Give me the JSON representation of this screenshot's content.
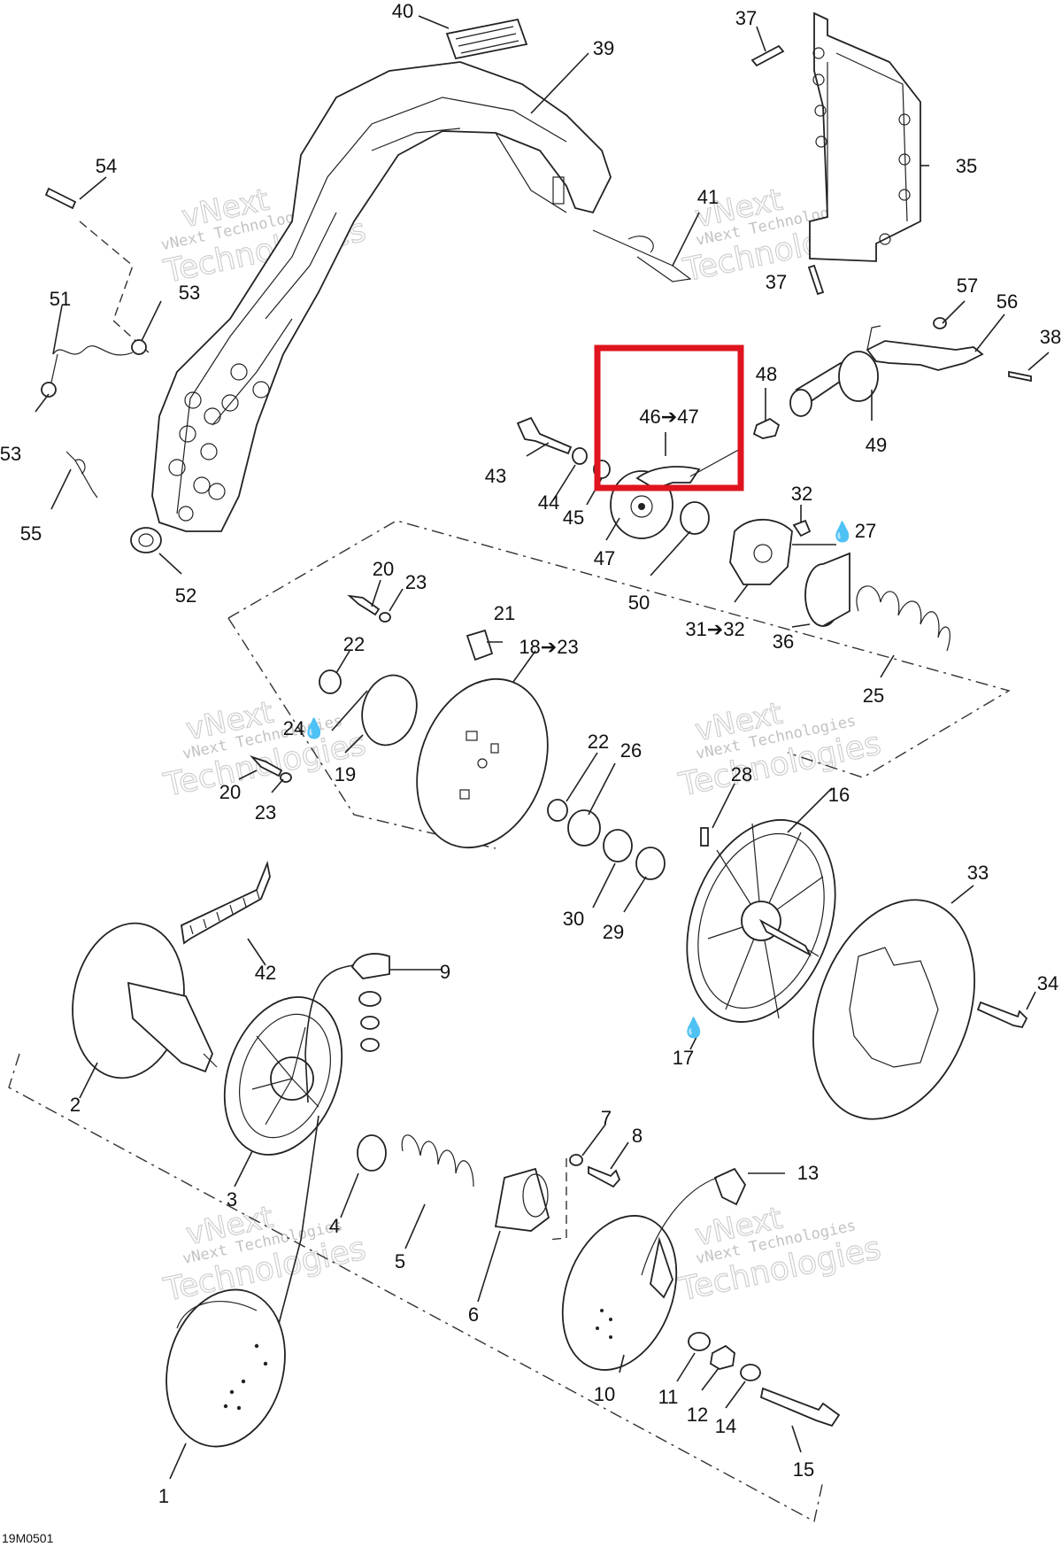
{
  "diagram": {
    "reference_code": "19M0501",
    "watermark_line1": "vNext",
    "watermark_line2": "vNext Technologies",
    "watermark_line3": "Technologies",
    "highlight_label": "46➔47",
    "labels": {
      "p40": "40",
      "p39": "39",
      "p37a": "37",
      "p37b": "37",
      "p35": "35",
      "p54": "54",
      "p41": "41",
      "p53a": "53",
      "p53b": "53",
      "p51": "51",
      "p57": "57",
      "p56": "56",
      "p38": "38",
      "p48": "48",
      "p49": "49",
      "p43": "43",
      "p44": "44",
      "p45": "45",
      "p47": "47",
      "p50": "50",
      "p32": "32",
      "p27": "27",
      "p3132": "31➔32",
      "p36": "36",
      "p25": "25",
      "p55": "55",
      "p52": "52",
      "p20a": "20",
      "p23a": "23",
      "p21": "21",
      "p1823": "18➔23",
      "p22a": "22",
      "p24": "24",
      "p19": "19",
      "p20b": "20",
      "p23b": "23",
      "p22b": "22",
      "p26": "26",
      "p28": "28",
      "p16": "16",
      "p30": "30",
      "p29": "29",
      "p33": "33",
      "p34": "34",
      "p42": "42",
      "p9": "9",
      "p17": "17",
      "p2": "2",
      "p3": "3",
      "p4": "4",
      "p5": "5",
      "p6": "6",
      "p7": "7",
      "p8": "8",
      "p13": "13",
      "p10": "10",
      "p11": "11",
      "p12": "12",
      "p14": "14",
      "p15": "15",
      "p1": "1"
    }
  }
}
